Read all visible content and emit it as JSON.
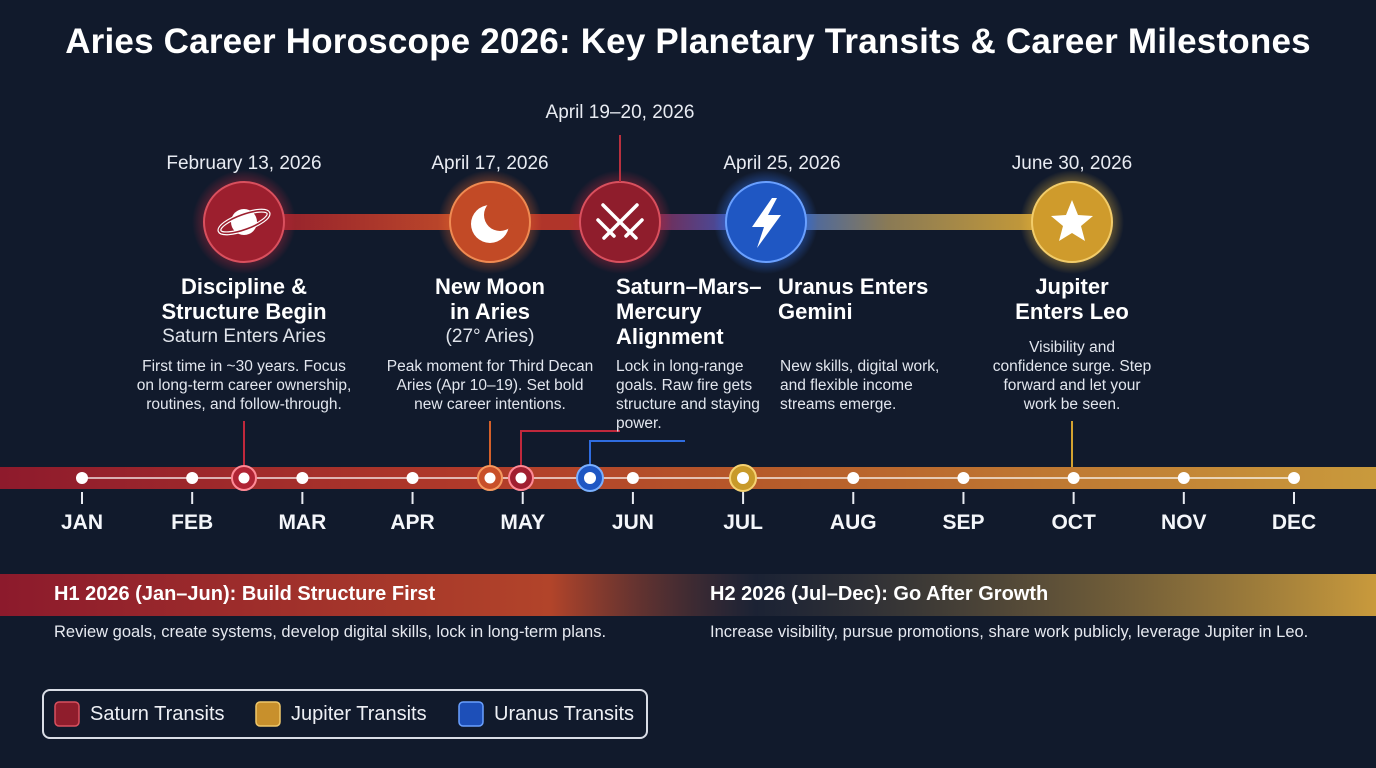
{
  "title": "Aries Career Horoscope 2026: Key Planetary Transits & Career Milestones",
  "milestones": [
    {
      "date": "February 13, 2026",
      "title_line1": "Discipline &",
      "title_line2": "Structure Begin",
      "subtitle": "Saturn Enters Aries",
      "desc": [
        "First time in ~30 years. Focus",
        "on long-term career ownership,",
        "routines, and follow-through."
      ],
      "icon": "saturn-planet-icon",
      "color": "#9c1f2e"
    },
    {
      "date": "April 17, 2026",
      "title_line1": "New Moon",
      "title_line2": "in Aries",
      "subtitle": "(27° Aries)",
      "desc": [
        "Peak moment for Third Decan",
        "Aries (Apr 10–19). Set bold",
        "new career intentions."
      ],
      "icon": "crescent-moon-icon",
      "color": "#c9522a"
    },
    {
      "date": "April 19–20, 2026",
      "title_line1": "Saturn–Mars–",
      "title_line2": "Mercury",
      "title_line3": "Alignment",
      "desc": [
        "Lock in long-range",
        "goals. Raw fire gets",
        "structure and staying",
        "power."
      ],
      "icon": "crossed-swords-icon",
      "color": "#8f1d2c"
    },
    {
      "date": "April 25, 2026",
      "title_line1": "Uranus Enters",
      "title_line2": "Gemini",
      "desc": [
        "New skills, digital work,",
        "and flexible income",
        "streams emerge."
      ],
      "icon": "lightning-bolt-icon",
      "color": "#1f57c3"
    },
    {
      "date": "June 30, 2026",
      "title_line1": "Jupiter",
      "title_line2": "Enters Leo",
      "desc": [
        "Visibility and",
        "confidence surge. Step",
        "forward and let your",
        "work be seen."
      ],
      "icon": "star-icon",
      "color": "#d4a230"
    }
  ],
  "months": [
    "JAN",
    "FEB",
    "MAR",
    "APR",
    "MAY",
    "JUN",
    "JUL",
    "AUG",
    "SEP",
    "OCT",
    "NOV",
    "DEC"
  ],
  "halves": [
    {
      "title": "H1 2026 (Jan–Jun): Build Structure First",
      "desc": "Review goals, create systems, develop digital skills, lock in long-term plans."
    },
    {
      "title": "H2 2026 (Jul–Dec): Go After Growth",
      "desc": "Increase visibility, pursue promotions, share work publicly, leverage Jupiter in Leo."
    }
  ],
  "legend": [
    {
      "label": "Saturn Transits",
      "color": "#8f1d2c"
    },
    {
      "label": "Jupiter Transits",
      "color": "#c8902c"
    },
    {
      "label": "Uranus Transits",
      "color": "#1d4fb8"
    }
  ]
}
